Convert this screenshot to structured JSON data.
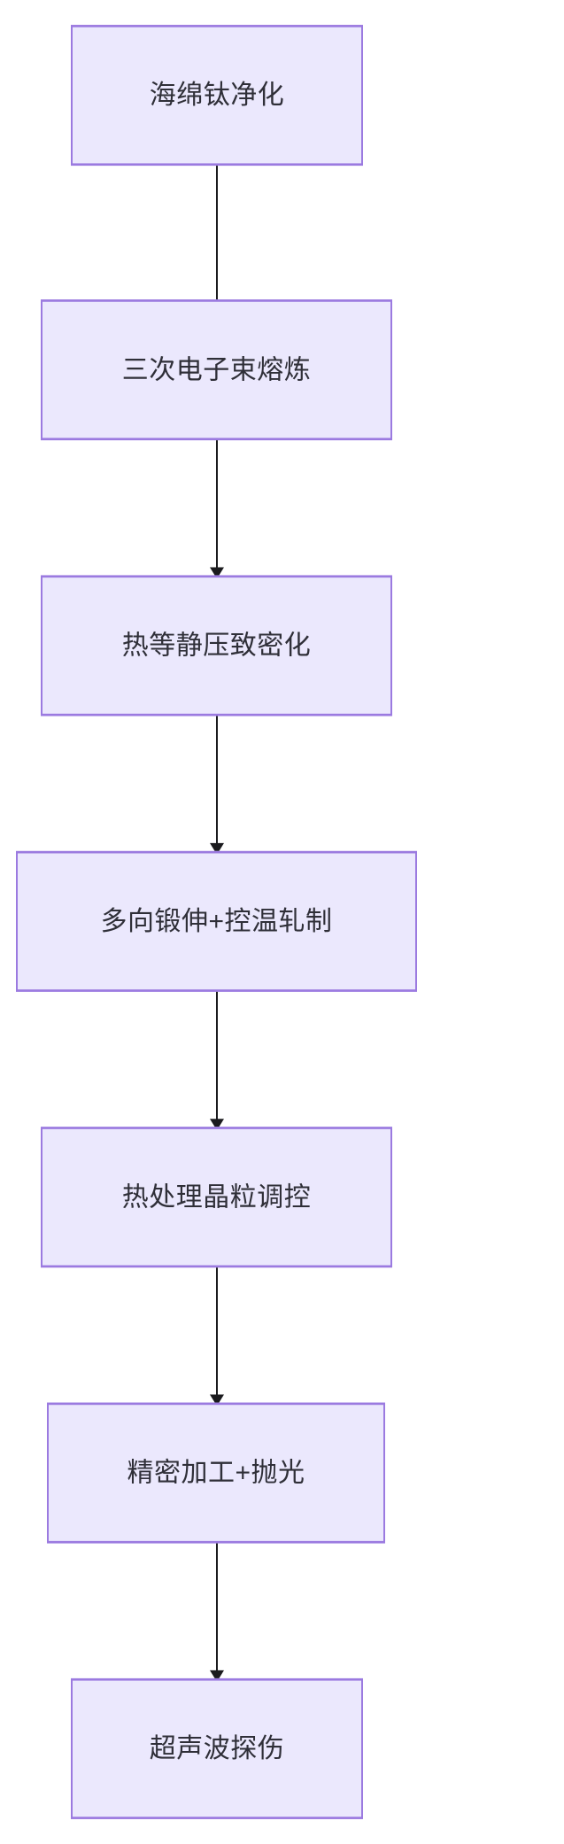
{
  "diagram": {
    "type": "flowchart",
    "orientation": "top-to-bottom",
    "background_color": "#ffffff",
    "node_fill_color": "#ebe8fd",
    "node_border_color": "#9b7ae0",
    "node_text_color": "#2f2f38",
    "edge_color": "#1b1b1e",
    "nodes": [
      {
        "id": "n1",
        "label": "海绵钛净化"
      },
      {
        "id": "n2",
        "label": "三次电子束熔炼"
      },
      {
        "id": "n3",
        "label": "热等静压致密化"
      },
      {
        "id": "n4",
        "label": "多向锻伸+控温轧制"
      },
      {
        "id": "n5",
        "label": "热处理晶粒调控"
      },
      {
        "id": "n6",
        "label": "精密加工+抛光"
      },
      {
        "id": "n7",
        "label": "超声波探伤"
      }
    ],
    "edges": [
      {
        "from": "n1",
        "to": "n2"
      },
      {
        "from": "n2",
        "to": "n3"
      },
      {
        "from": "n3",
        "to": "n4"
      },
      {
        "from": "n4",
        "to": "n5"
      },
      {
        "from": "n5",
        "to": "n6"
      },
      {
        "from": "n6",
        "to": "n7"
      }
    ]
  }
}
